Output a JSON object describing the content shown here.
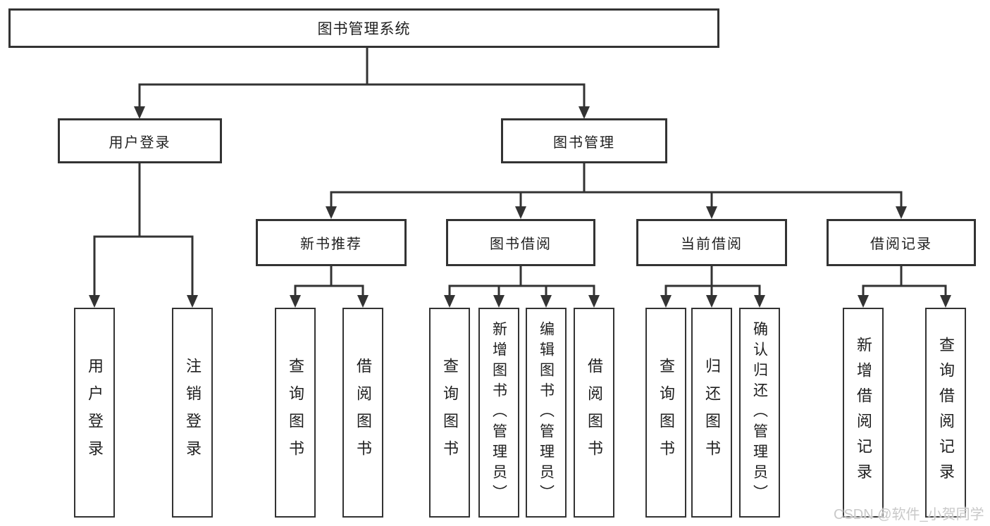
{
  "tree": {
    "root": "图书管理系统",
    "branches": {
      "user_login": {
        "label": "用户登录",
        "children": [
          "用户登录",
          "注销登录"
        ]
      },
      "book_mgmt": {
        "label": "图书管理",
        "children": {
          "new_books": {
            "label": "新书推荐",
            "children": [
              "查询图书",
              "借阅图书"
            ]
          },
          "book_borrow": {
            "label": "图书借阅",
            "children": [
              "查询图书",
              "新增图书（管理员）",
              "编辑图书（管理员）",
              "借阅图书"
            ]
          },
          "current_borrow": {
            "label": "当前借阅",
            "children": [
              "查询图书",
              "归还图书",
              "确认归还（管理员）"
            ]
          },
          "borrow_records": {
            "label": "借阅记录",
            "children": [
              "新增借阅记录",
              "查询借阅记录"
            ]
          }
        }
      }
    },
    "watermark": "CSDN @软件_小贺同学",
    "colors": {
      "line": "#333333",
      "box_border": "#333333",
      "box_fill": "#ffffff",
      "text": "#1f1f1f",
      "watermark": "#c9c9c9",
      "background": "#ffffff"
    }
  }
}
